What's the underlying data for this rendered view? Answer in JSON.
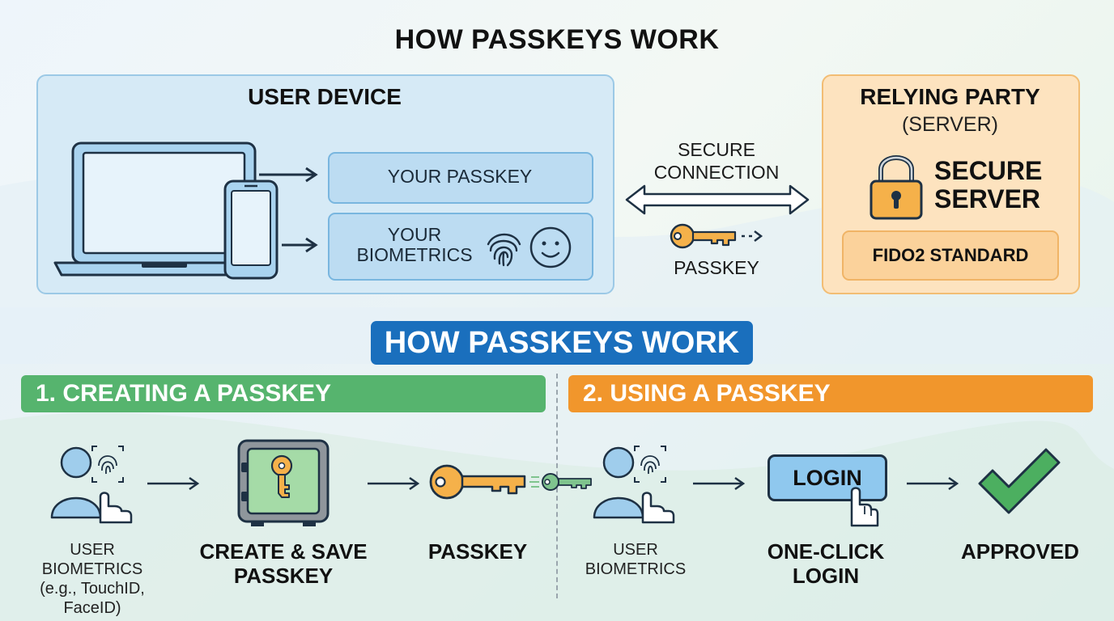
{
  "title": "HOW PASSKEYS WORK",
  "device_panel": {
    "title": "USER DEVICE",
    "passkey_label": "YOUR PASSKEY",
    "biometrics_line1": "YOUR",
    "biometrics_line2": "BIOMETRICS"
  },
  "connection": {
    "line1": "SECURE",
    "line2": "CONNECTION",
    "passkey_label": "PASSKEY"
  },
  "server_panel": {
    "title": "RELYING PARTY",
    "subtitle": "(SERVER)",
    "secure_line1": "SECURE",
    "secure_line2": "SERVER",
    "standard": "FIDO2 STANDARD"
  },
  "banner": "HOW PASSKEYS WORK",
  "creating": {
    "heading": "1. CREATING A PASSKEY",
    "step1_line1": "USER",
    "step1_line2": "BIOMETRICS",
    "step1_line3": "(e.g., TouchID, FaceID)",
    "step2_line1": "CREATE & SAVE",
    "step2_line2": "PASSKEY",
    "step3": "PASSKEY"
  },
  "using": {
    "heading": "2. USING A PASSKEY",
    "step1_line1": "USER",
    "step1_line2": "BIOMETRICS",
    "login_button": "LOGIN",
    "step2_line1": "ONE-CLICK",
    "step2_line2": "LOGIN",
    "step3": "APPROVED"
  },
  "colors": {
    "device_panel": "#d6eaf6",
    "server_panel": "#fde3bf",
    "banner_blue": "#1a6fbd",
    "creating_green": "#56b46e",
    "using_orange": "#f1962c",
    "key_orange": "#f5b14a",
    "key_green": "#7fc48e",
    "check_green": "#4caf60"
  },
  "icons": [
    "laptop-icon",
    "phone-icon",
    "fingerprint-icon",
    "face-icon",
    "key-icon",
    "padlock-icon",
    "user-touch-icon",
    "safe-icon",
    "pointer-hand-icon",
    "checkmark-icon",
    "arrow-icon"
  ]
}
